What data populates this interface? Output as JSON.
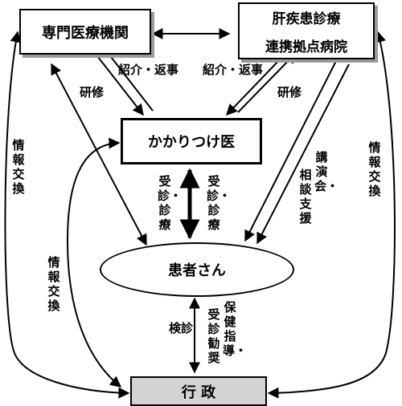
{
  "nodes": {
    "specialist": "専門医療機関",
    "liver_center_line1": "肝疾患診療",
    "liver_center_line2": "連携拠点病院",
    "gp": "かかりつけ医",
    "patient": "患者さん",
    "government": "行 政"
  },
  "labels": {
    "referral_left": "紹介・返事",
    "referral_right": "紹介・返事",
    "training_left": "研修",
    "training_right": "研修",
    "info_exchange_far_left": "情報交換",
    "info_exchange_inner_left": "情報交換",
    "info_exchange_right": "情報交換",
    "consult_visit_left": "受診・診療",
    "consult_visit_right": "受診・診療",
    "lecture_col1": "講演会・",
    "lecture_col2": "相談支援",
    "exam": "検診",
    "guidance_col1": "保健指導・",
    "guidance_col2": "受診勧奨"
  }
}
